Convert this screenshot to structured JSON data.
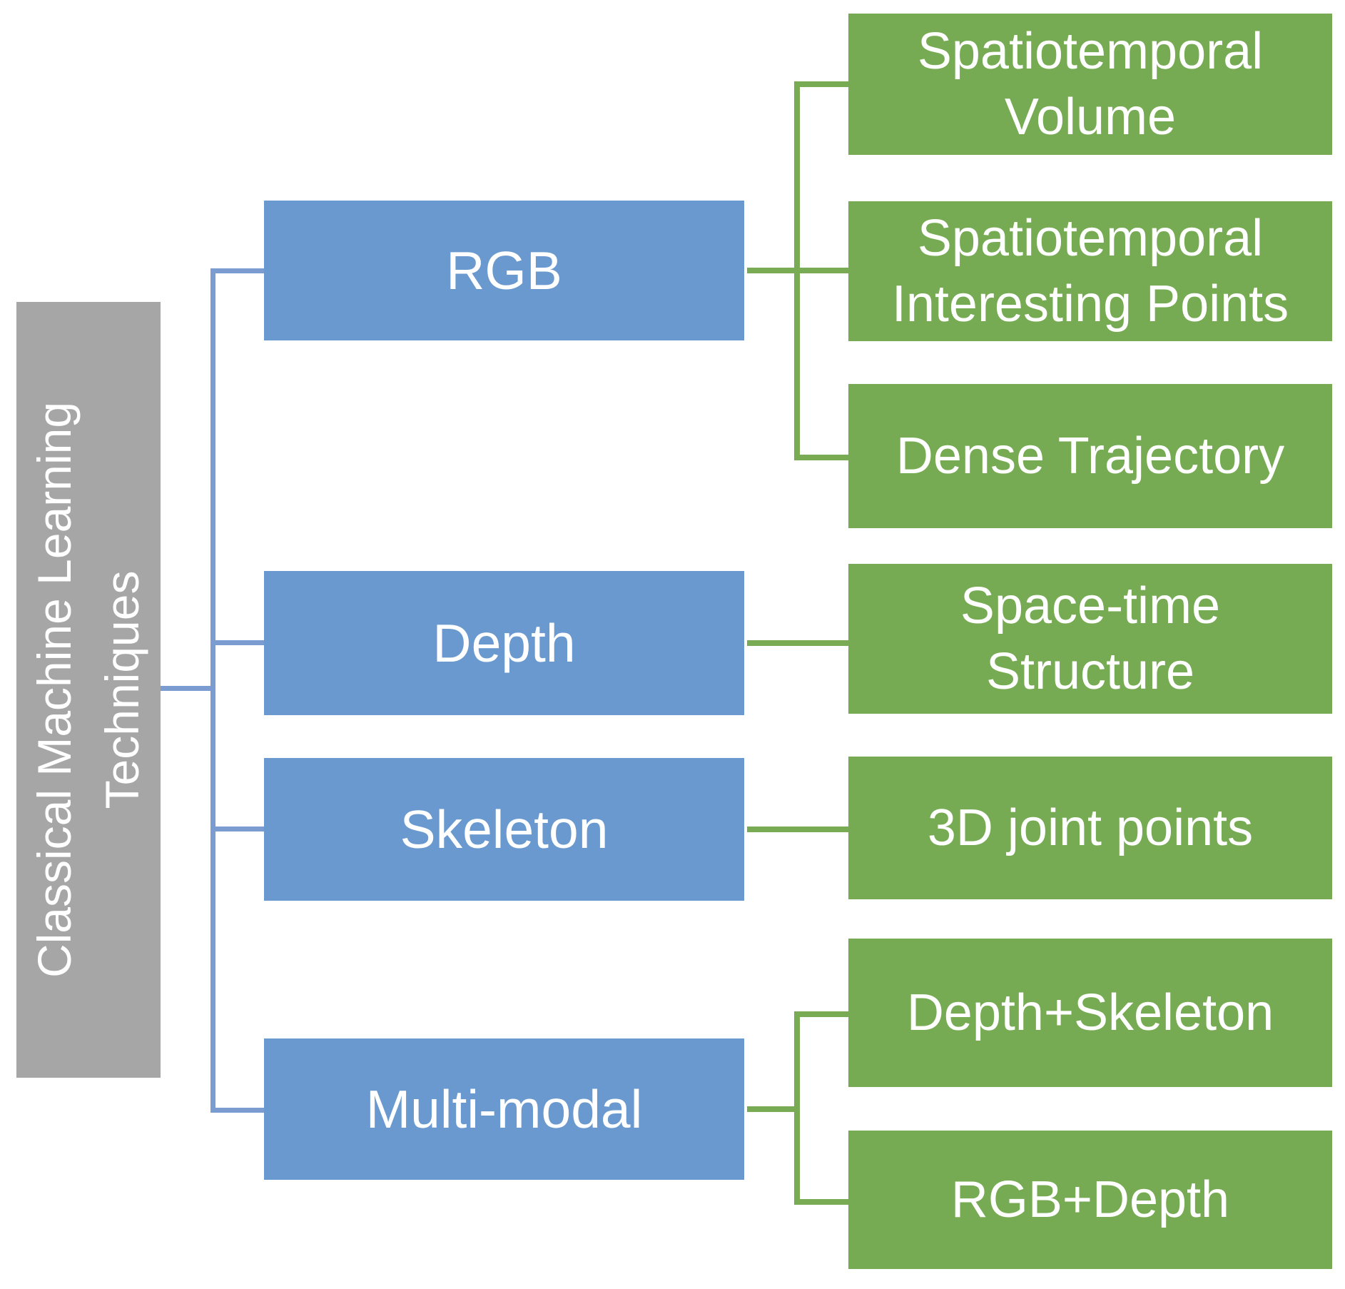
{
  "diagram": {
    "root": {
      "label": "Classical Machine Learning Techniques"
    },
    "branches": [
      {
        "label": "RGB",
        "children": [
          "Spatiotemporal Volume",
          "Spatiotemporal Interesting Points",
          "Dense Trajectory"
        ]
      },
      {
        "label": "Depth",
        "children": [
          "Space-time Structure"
        ]
      },
      {
        "label": "Skeleton",
        "children": [
          "3D joint points"
        ]
      },
      {
        "label": "Multi-modal",
        "children": [
          "Depth+Skeleton",
          "RGB+Depth"
        ]
      }
    ]
  },
  "colors": {
    "box_blue": "#6a99d0",
    "box_green": "#77ab53",
    "box_gray": "#a6a6a6",
    "line_blue": "#7a9cd0",
    "line_green": "#78ab54",
    "text_white": "#ffffff"
  }
}
